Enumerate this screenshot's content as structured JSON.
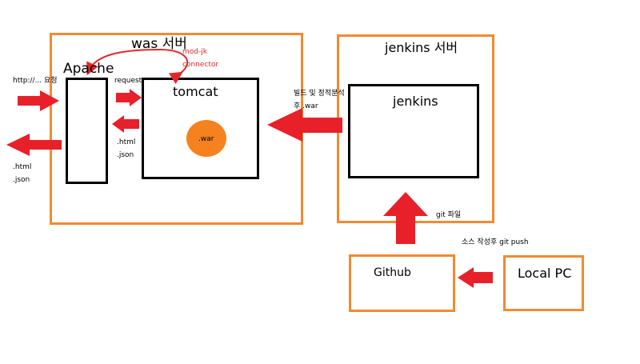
{
  "was_server": {
    "title": "was 서버",
    "apache_label": "Apache",
    "tomcat_label": "tomcat",
    "war_label": ".war",
    "connector_label_1": "mod-jk",
    "connector_label_2": "connector",
    "request_label": "request",
    "inner_response_1": ".html",
    "inner_response_2": ".json"
  },
  "client": {
    "request_label": "http://... 요청",
    "response_1": ".html",
    "response_2": ".json"
  },
  "deploy": {
    "line_1": "빌드 및 정적분석",
    "line_2": "후 .war"
  },
  "jenkins_server": {
    "title": "jenkins 서버",
    "jenkins_label": "jenkins"
  },
  "flow": {
    "git_file_label": "git 파일",
    "push_label": "소스 작성후 git push"
  },
  "github": {
    "label": "Github"
  },
  "local_pc": {
    "label": "Local PC"
  },
  "colors": {
    "frame_orange": "#f28a30",
    "arrow_red": "#e8202a",
    "war_orange": "#f6811f",
    "connector_text_red": "#e0282b"
  }
}
